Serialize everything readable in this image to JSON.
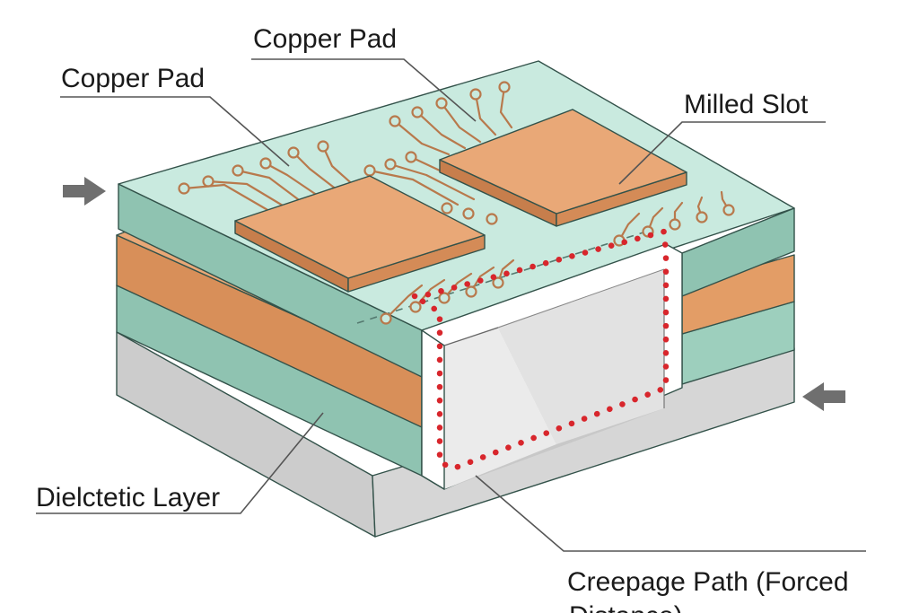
{
  "labels": {
    "copper_pad_left": "Copper Pad",
    "copper_pad_right": "Copper Pad",
    "milled_slot": "Milled Slot",
    "dielectric_layer": "Dielctetic Layer",
    "creepage_path_line1": "Creepage Path (Forced",
    "creepage_path_line2": "Distance)"
  },
  "colors": {
    "board_top": "#c9eadf",
    "board_side": "#8fc3b1",
    "copper_top": "#e9a877",
    "copper_side": "#c77e4c",
    "trace": "#b8794c",
    "base_side": "#cfcfcf",
    "slot_wall": "#d9d9d9",
    "creepage_dots": "#d8262c",
    "leader_lines": "#555555"
  },
  "icons": {
    "left_arrow": "arrow-right-icon",
    "right_arrow": "arrow-left-icon"
  }
}
